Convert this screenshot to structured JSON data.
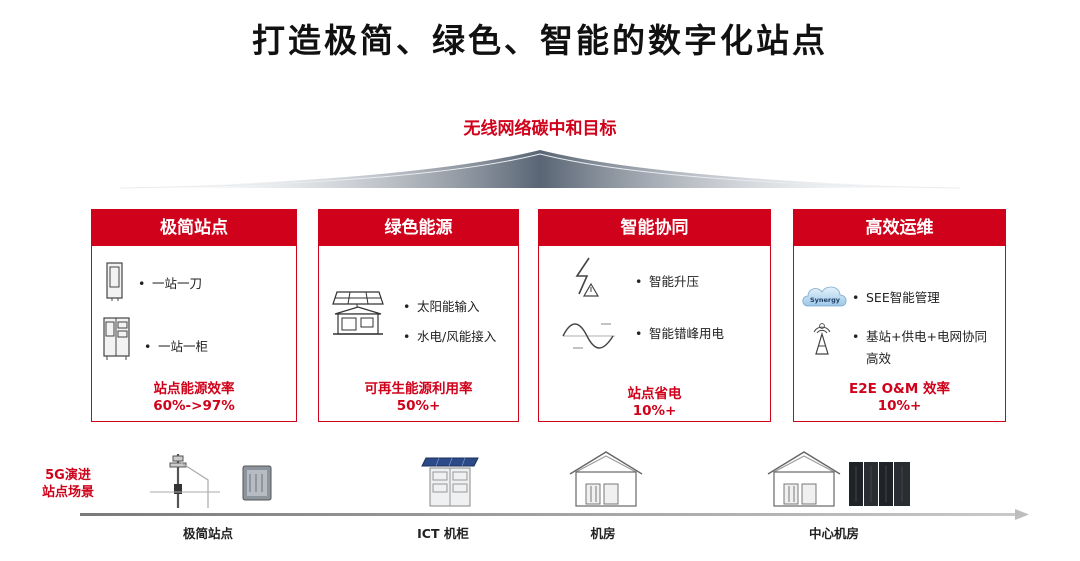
{
  "title": "打造极简、绿色、智能的数字化站点",
  "goal": "无线网络碳中和目标",
  "cards": [
    {
      "title": "极简站点",
      "bullets": [
        "一站一刀",
        "一站一柜"
      ],
      "metric_line1": "站点能源效率",
      "metric_line2": "60%->97%"
    },
    {
      "title": "绿色能源",
      "bullets": [
        "太阳能输入",
        "水电/风能接入"
      ],
      "metric_line1": "可再生能源利用率",
      "metric_line2": "50%+"
    },
    {
      "title": "智能协同",
      "bullets": [
        "智能升压",
        "智能错峰用电"
      ],
      "metric_line1": "站点省电",
      "metric_line2": "10%+"
    },
    {
      "title": "高效运维",
      "bullets": [
        "SEE智能管理",
        "基站+供电+电网协同",
        "高效"
      ],
      "icon_text": "Synergy",
      "metric_line1": "E2E O&M 效率",
      "metric_line2": "10%+"
    }
  ],
  "evolution": {
    "label_line1": "5G演进",
    "label_line2": "站点场景",
    "sites": [
      "极简站点",
      "ICT 机柜",
      "机房",
      "中心机房"
    ]
  },
  "colors": {
    "accent": "#d0021b",
    "text": "#222222"
  }
}
